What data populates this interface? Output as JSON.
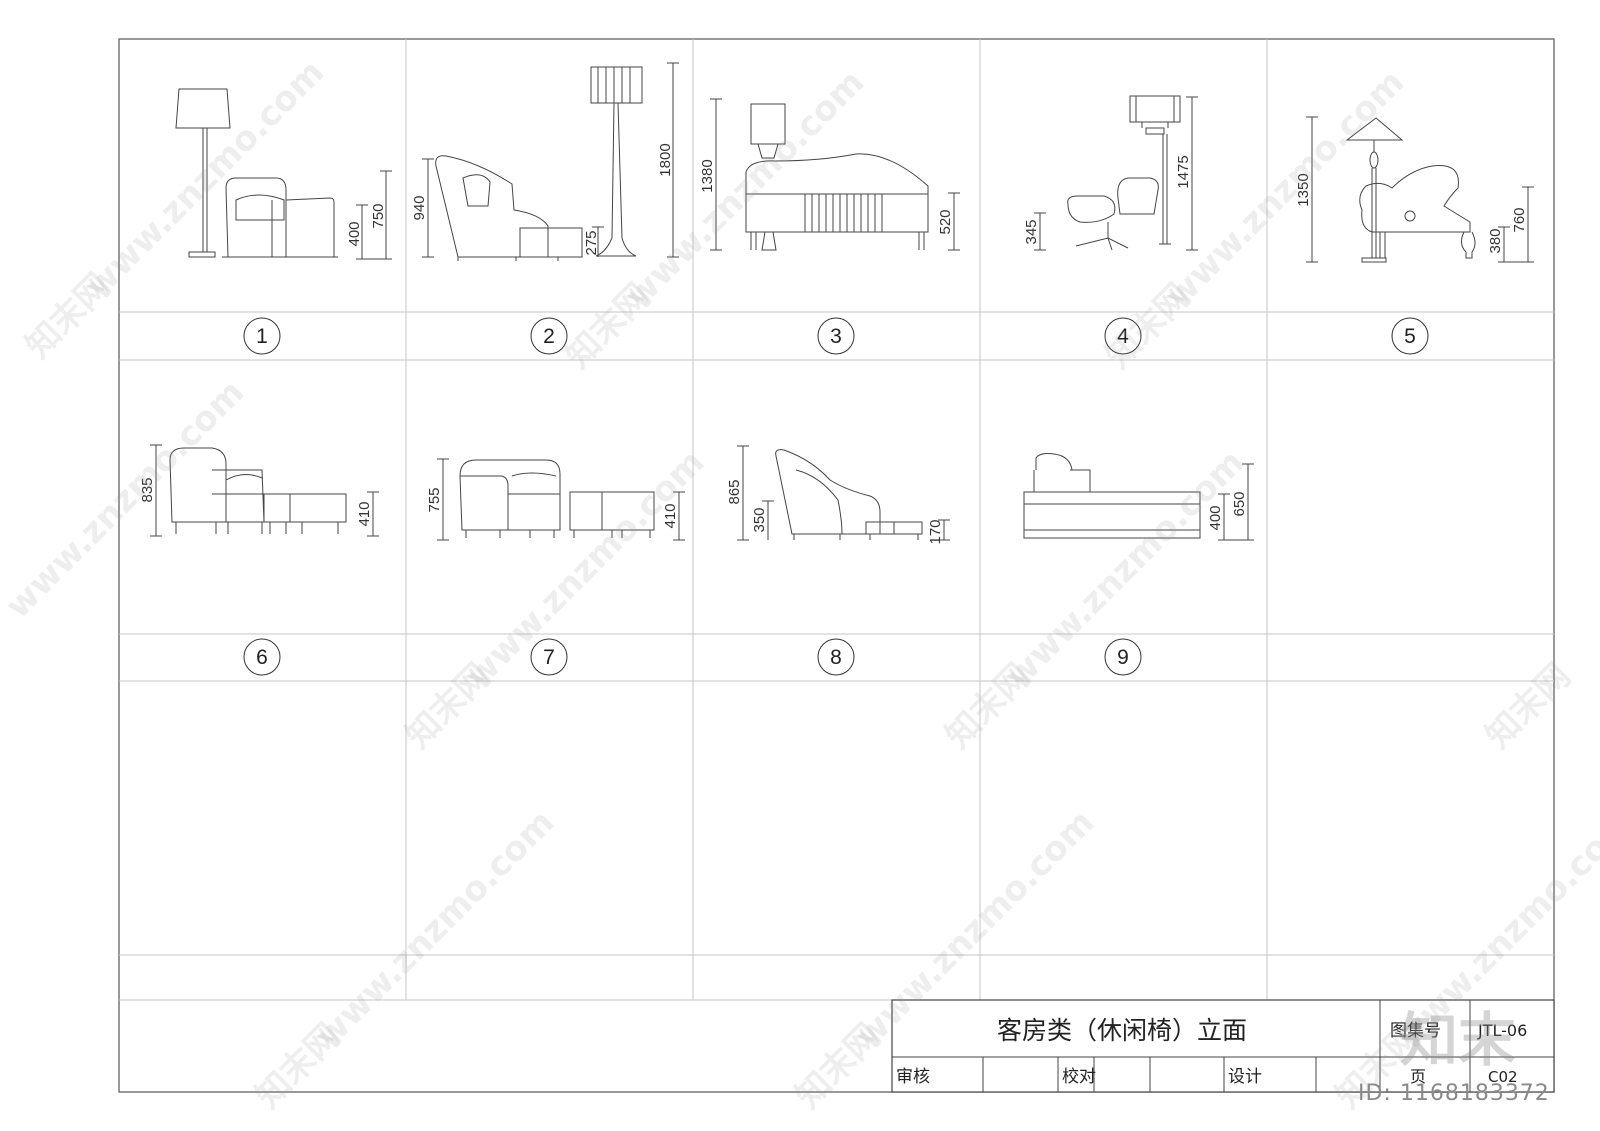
{
  "drawing": {
    "title": "客房类（休闲椅）立面",
    "album_label": "图集号",
    "album_value": "JTL-06",
    "page_label": "页",
    "page_value": "C02",
    "reviewer_label": "审核",
    "checker_label": "校对",
    "designer_label": "设计"
  },
  "cells": [
    {
      "number": "1",
      "dims": [
        "400",
        "750"
      ]
    },
    {
      "number": "2",
      "dims": [
        "940",
        "275",
        "1800"
      ]
    },
    {
      "number": "3",
      "dims": [
        "1380",
        "520"
      ]
    },
    {
      "number": "4",
      "dims": [
        "345",
        "1475"
      ]
    },
    {
      "number": "5",
      "dims": [
        "1350",
        "380",
        "760"
      ]
    },
    {
      "number": "6",
      "dims": [
        "835",
        "410"
      ]
    },
    {
      "number": "7",
      "dims": [
        "755",
        "410"
      ]
    },
    {
      "number": "8",
      "dims": [
        "865",
        "350",
        "170"
      ]
    },
    {
      "number": "9",
      "dims": [
        "400",
        "650"
      ]
    }
  ],
  "watermark": {
    "site": "www.znzmo.com",
    "brand_cn": "知末网",
    "logo_text": "知末",
    "id_text": "ID: 1168183372"
  },
  "colors": {
    "line": "#444444",
    "grid": "#c6c6c6",
    "watermark": "#9a9a9a"
  }
}
